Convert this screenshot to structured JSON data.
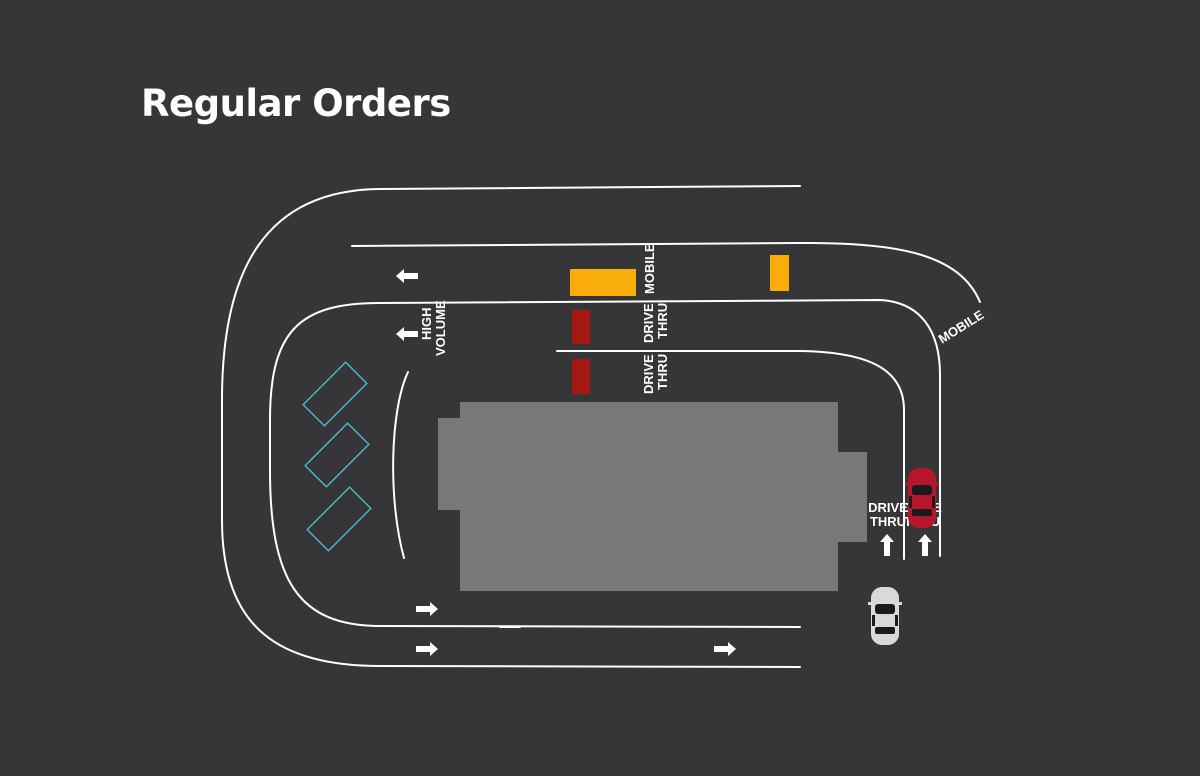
{
  "title": "Regular Orders",
  "colors": {
    "background": "#363638",
    "road_lines": "#ffffff",
    "building": "#797877",
    "mobile_pickup": "#f9ad0a",
    "drive_thru_window": "#a51712",
    "parking_outline": "#4cc3d4",
    "highlighted_car": "#b5162b",
    "waiting_car": "#d9d9d9"
  },
  "labels": {
    "mobile_window": "MOBILE",
    "drive_thru_window_1": [
      "DRIVE",
      "THRU"
    ],
    "drive_thru_window_2": [
      "DRIVE",
      "THRU"
    ],
    "high_volume_lane": [
      "HIGH",
      "VOLUME"
    ],
    "mobile_entry": "MOBILE",
    "drive_thru_entry": [
      "DRIVE",
      "THRU"
    ],
    "drive_thru_entry_overlapped": [
      "DRIVE",
      "THRU"
    ]
  },
  "icons": {
    "direction_arrow": "arrow",
    "car": "car-top-view"
  }
}
